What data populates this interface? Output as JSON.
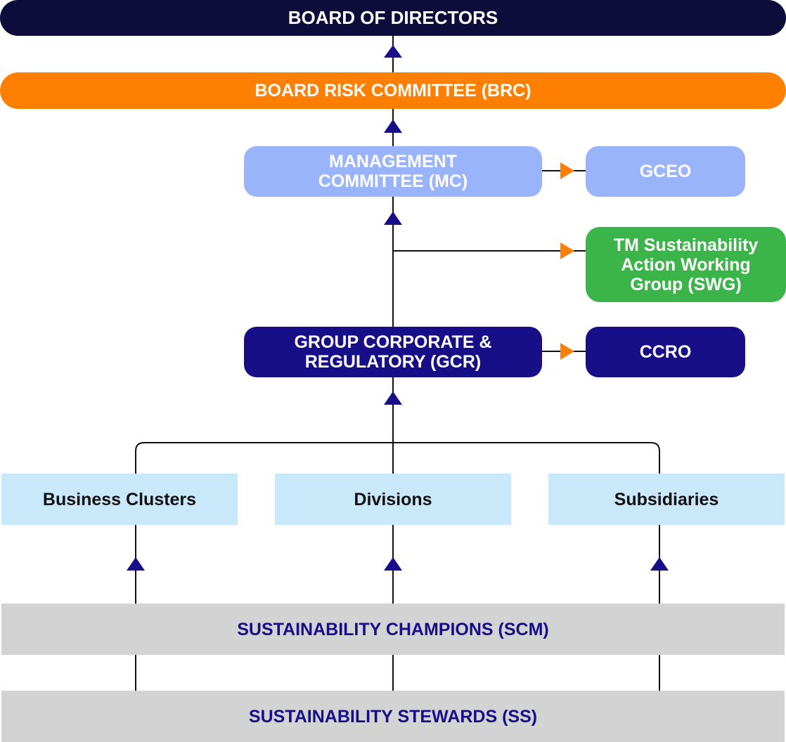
{
  "board": {
    "label": "BOARD OF DIRECTORS"
  },
  "brc": {
    "label": "BOARD RISK COMMITTEE (BRC)"
  },
  "mc": {
    "line1": "MANAGEMENT",
    "line2": "COMMITTEE (MC)"
  },
  "gceo": {
    "label": "GCEO"
  },
  "swg": {
    "line1": "TM Sustainability",
    "line2": "Action Working",
    "line3": "Group (SWG)"
  },
  "gcr": {
    "line1": "GROUP CORPORATE &",
    "line2": "REGULATORY (GCR)"
  },
  "ccro": {
    "label": "CCRO"
  },
  "units": {
    "business_clusters": "Business Clusters",
    "divisions": "Divisions",
    "subsidiaries": "Subsidiaries"
  },
  "scm": {
    "label": "SUSTAINABILITY CHAMPIONS (SCM)"
  },
  "ss": {
    "label": "SUSTAINABILITY STEWARDS (SS)"
  },
  "colors": {
    "board": "#0d0c3b",
    "brc": "#ff7f00",
    "mc": "#9ab4fb",
    "swg": "#3bb54a",
    "gcr": "#180f88",
    "units": "#c9e8f9",
    "bands": "#d3d3d3",
    "arrow_up": "#180f88",
    "arrow_right": "#ff7f00"
  }
}
